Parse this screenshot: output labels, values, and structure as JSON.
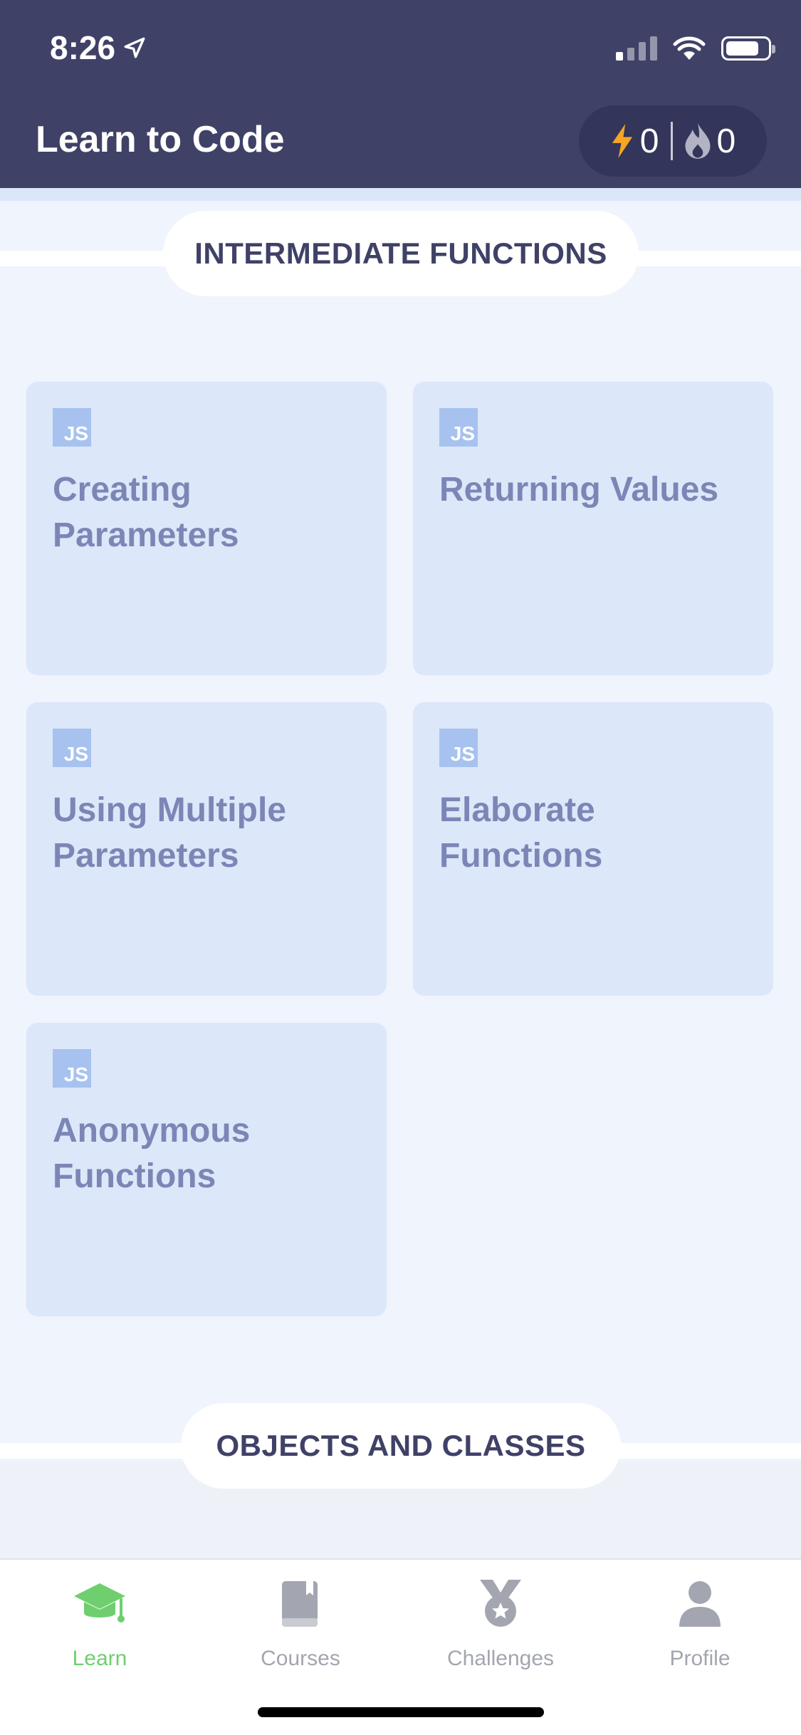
{
  "status_bar": {
    "time": "8:26"
  },
  "header": {
    "title": "Learn to Code",
    "energy_count": "0",
    "streak_count": "0"
  },
  "sections": [
    {
      "title": "INTERMEDIATE FUNCTIONS"
    },
    {
      "title": "OBJECTS AND CLASSES"
    }
  ],
  "lessons": [
    {
      "badge": "JS",
      "title": "Creating Parameters"
    },
    {
      "badge": "JS",
      "title": "Returning Values"
    },
    {
      "badge": "JS",
      "title": "Using Multiple Parameters"
    },
    {
      "badge": "JS",
      "title": "Elaborate Functions"
    },
    {
      "badge": "JS",
      "title": "Anonymous Functions"
    }
  ],
  "tabs": [
    {
      "label": "Learn",
      "icon": "graduation-cap-icon",
      "active": true
    },
    {
      "label": "Courses",
      "icon": "book-icon",
      "active": false
    },
    {
      "label": "Challenges",
      "icon": "medal-icon",
      "active": false
    },
    {
      "label": "Profile",
      "icon": "person-icon",
      "active": false
    }
  ],
  "colors": {
    "header_bg": "#3f4167",
    "active_tab": "#6fcf6e",
    "card_bg": "#dce7f9",
    "energy": "#f6a623"
  }
}
